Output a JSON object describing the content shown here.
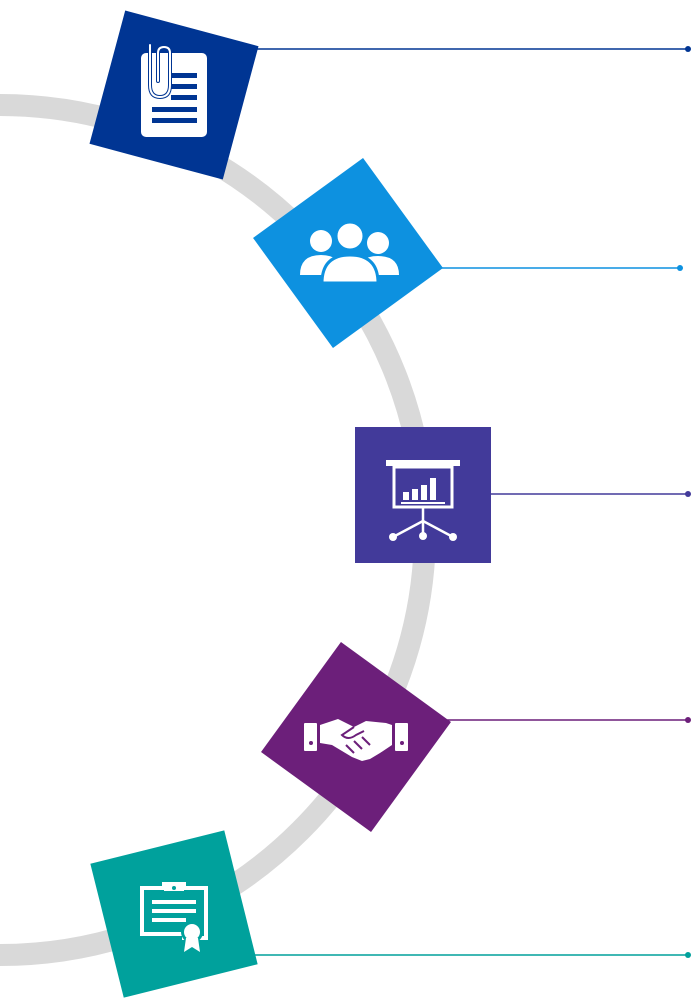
{
  "title": "",
  "ring": {
    "color": "#d9d9d9"
  },
  "steps": [
    {
      "id": "document",
      "icon": "clipped-document-icon",
      "color": "#003593"
    },
    {
      "id": "team",
      "icon": "people-group-icon",
      "color": "#0d91e0"
    },
    {
      "id": "presentation",
      "icon": "presentation-board-icon",
      "color": "#423a9a"
    },
    {
      "id": "agreement",
      "icon": "handshake-icon",
      "color": "#6c1f7a"
    },
    {
      "id": "certificate",
      "icon": "certificate-icon",
      "color": "#00a19c"
    }
  ]
}
